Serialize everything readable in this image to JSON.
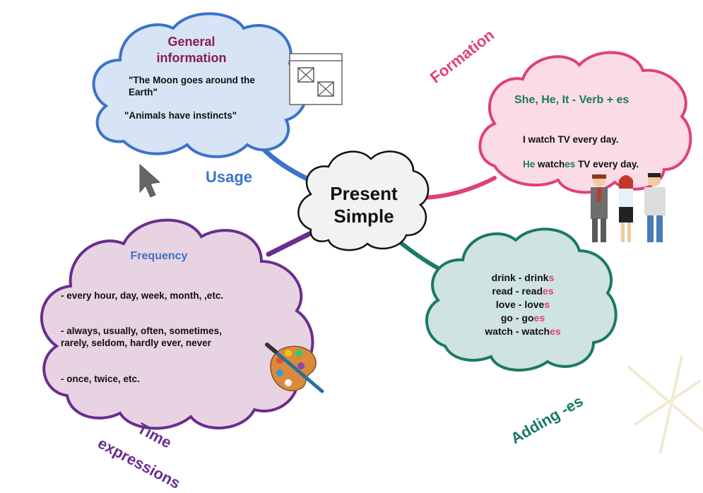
{
  "center": {
    "title_line1": "Present",
    "title_line2": "Simple"
  },
  "usage": {
    "branch_label": "Usage",
    "heading": "General information",
    "examples": [
      "\"The Moon goes around the Earth\"",
      "\"Animals have instincts\""
    ]
  },
  "formation": {
    "branch_label": "Formation",
    "heading": "She, He, It  - Verb + es",
    "example1": "I watch TV every day.",
    "example2": {
      "subject": "He",
      "verb_stem": " watch",
      "ending": "es",
      "rest": " TV every day."
    }
  },
  "adding_es": {
    "branch_label": "Adding -es",
    "verbs": [
      {
        "base": "drink - drink",
        "ending": "s"
      },
      {
        "base": "read - read",
        "ending": "es"
      },
      {
        "base": "love - love",
        "ending": "s"
      },
      {
        "base": "go - go",
        "ending": "es"
      },
      {
        "base": "watch - watch",
        "ending": "es"
      }
    ]
  },
  "time_expressions": {
    "branch_label_line1": "Time",
    "branch_label_line2": "expressions",
    "heading": "Frequency",
    "items": [
      "- every hour, day, week, month, ,etc.",
      "- always, usually, often, sometimes, rarely, seldom, hardly ever, never",
      "- once, twice, etc."
    ]
  },
  "colors": {
    "usage": "#3a73c9",
    "formation": "#e0407a",
    "adding_es": "#1a7a64",
    "time_expressions": "#6a2e8e",
    "usage_cloud": "#d6e4f6",
    "formation_cloud": "#fbdbe6",
    "adding_cloud": "#cfe3e0",
    "time_cloud": "#e8d3e3",
    "center_cloud": "#f2f2f2"
  },
  "icons": [
    "image-placeholder-icon",
    "cursor-arrow-icon",
    "people-icon",
    "paint-palette-icon",
    "sparkle-decoration-icon"
  ]
}
